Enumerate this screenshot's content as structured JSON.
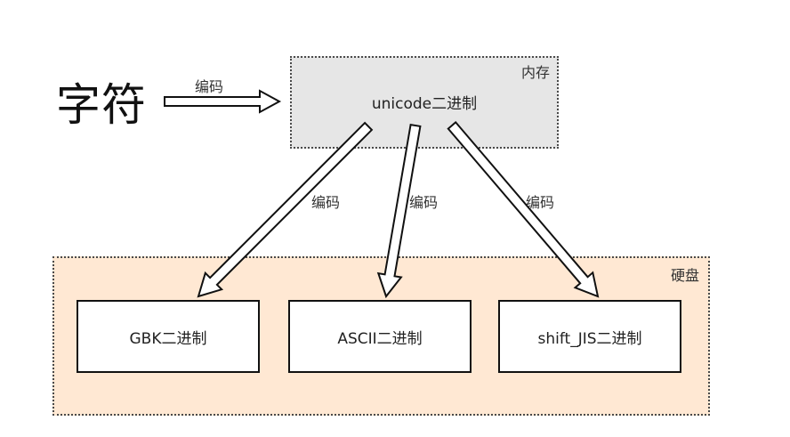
{
  "diagram": {
    "character_label": "字符",
    "memory_label": "内存",
    "memory_content": "unicode二进制",
    "disk_label": "硬盘",
    "edge_label": "编码",
    "targets": {
      "gbk": "GBK二进制",
      "ascii": "ASCII二进制",
      "shift_jis": "shift_JIS二进制"
    },
    "colors": {
      "memory_fill": "#e6e6e6",
      "disk_fill": "#ffe8d3",
      "box_fill": "#ffffff",
      "outline": "#111111"
    }
  }
}
